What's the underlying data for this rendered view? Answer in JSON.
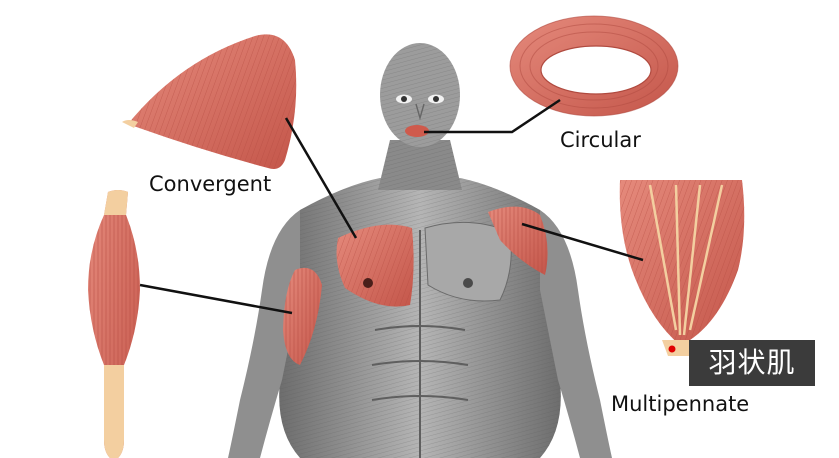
{
  "labels": {
    "convergent": "Convergent",
    "circular": "Circular",
    "multipennate": "Multipennate"
  },
  "tooltip": {
    "text": "羽状肌"
  },
  "colors": {
    "muscle_red": "#d9685a",
    "muscle_dark": "#b8443a",
    "tendon": "#f3cfa0",
    "body_gray": "#9a9a9a",
    "body_dark": "#5e5e5e",
    "pointer_line": "#111111",
    "pointer_dot": "#e00000",
    "tooltip_bg": "#3b3b3b"
  }
}
